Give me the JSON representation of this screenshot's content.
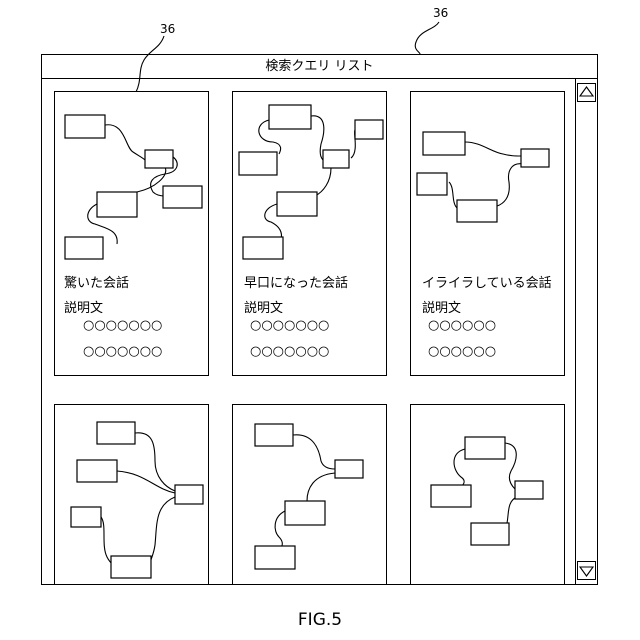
{
  "window": {
    "title": "検索クエリ リスト",
    "reference_label": "36"
  },
  "card_reference_label": "36",
  "scrollbar": {
    "up_icon": "triangle-up-icon",
    "down_icon": "triangle-down-icon"
  },
  "cards": [
    {
      "title": "驚いた会話",
      "description_label": "説明文",
      "line1": "○○○○○○○",
      "line2": "○○○○○○○"
    },
    {
      "title": "早口になった会話",
      "description_label": "説明文",
      "line1": "○○○○○○○",
      "line2": "○○○○○○○"
    },
    {
      "title": "イライラしている会話",
      "description_label": "説明文",
      "line1": "○○○○○○",
      "line2": "○○○○○○"
    },
    {
      "title": "",
      "description_label": "",
      "line1": "",
      "line2": ""
    },
    {
      "title": "",
      "description_label": "",
      "line1": "",
      "line2": ""
    },
    {
      "title": "",
      "description_label": "",
      "line1": "",
      "line2": ""
    }
  ],
  "caption": "FIG.5"
}
